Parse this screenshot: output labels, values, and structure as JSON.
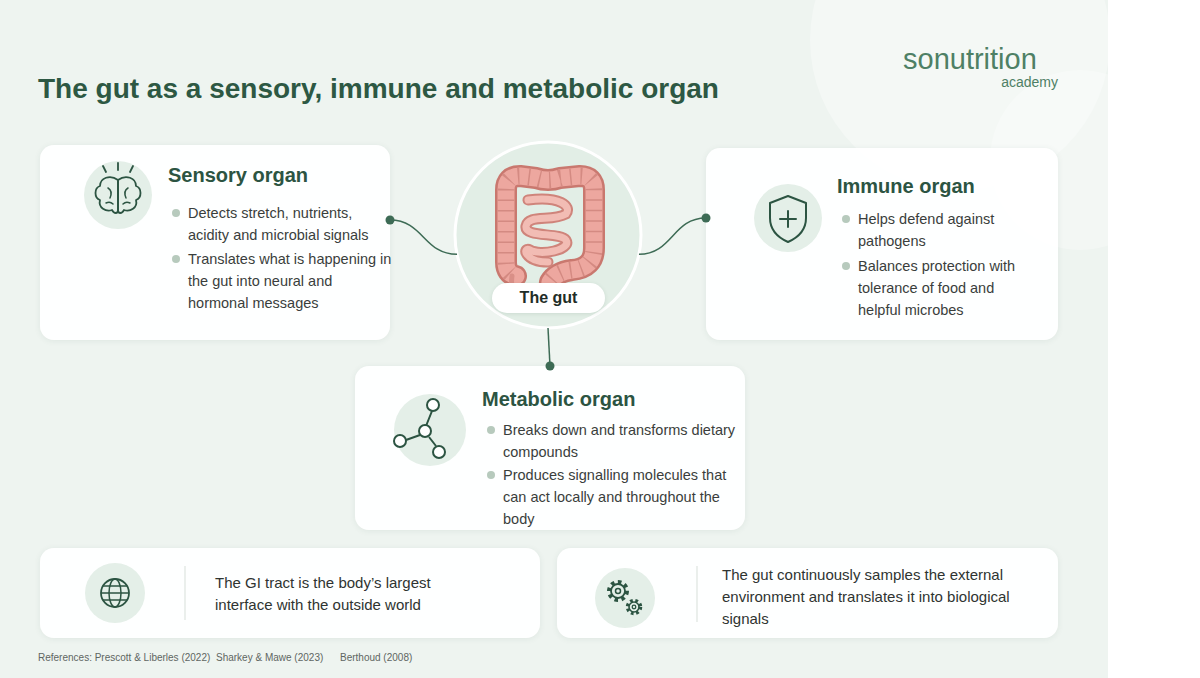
{
  "diagram": {
    "title": "The gut as a sensory, immune and metabolic organ",
    "nodes": [
      {
        "text": [
          "Sensory organ",
          "Detects stretch, nutrients, acidity and microbial signals",
          "Translates what is happening in the gut into neural and hormonal messages"
        ]
      },
      {
        "text": [
          "The gut"
        ]
      },
      {
        "text": [
          "Immune organ",
          "Helps defend against pathogens",
          "Balances protection with tolerance of food and helpful microbes"
        ]
      },
      {
        "text": [
          "Metabolic organ",
          "Breaks down and transforms dietary compounds",
          "Produces signalling molecules that can act locally and throughout the body"
        ]
      },
      {
        "text": [
          "The GI tract is the body’s largest interface with the outside world"
        ]
      },
      {
        "text": [
          "The gut continuously samples the external environment and translates it into biological signals"
        ]
      }
    ],
    "edges": [
      {
        "from": 1,
        "to": 0,
        "arrow": "none"
      },
      {
        "from": 1,
        "to": 2,
        "arrow": "none"
      },
      {
        "from": 1,
        "to": 3,
        "arrow": "none"
      }
    ],
    "labels": [
      "sonutrition",
      "academy",
      "References: Prescott & Liberles (2022)",
      "Sharkey & Mawe (2023)",
      "Berthoud (2008)"
    ]
  }
}
